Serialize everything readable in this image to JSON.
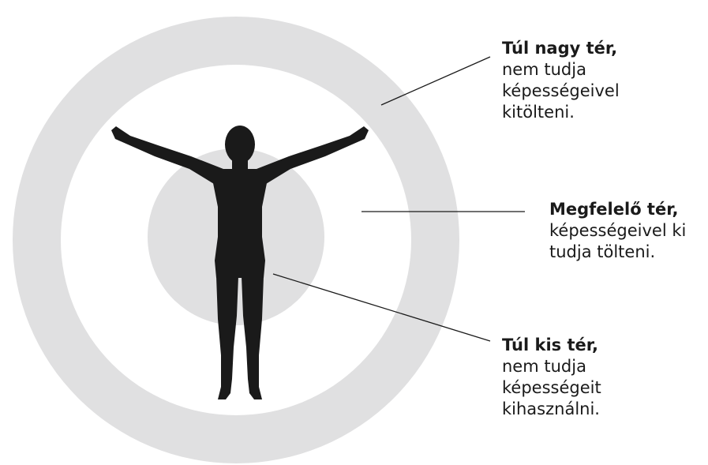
{
  "colors": {
    "ring_gray": "#e0e0e1",
    "ring_white": "#ffffff",
    "figure": "#1a1a1a",
    "leader_line": "#1a1a1a"
  },
  "labels": {
    "outer": {
      "title": "Túl nagy tér,",
      "lines": [
        "nem tudja",
        "képességeivel",
        "kitölteni."
      ]
    },
    "middle": {
      "title": "Megfelelő tér,",
      "lines": [
        "képességeivel ki",
        "tudja tölteni."
      ]
    },
    "inner": {
      "title": "Túl kis tér,",
      "lines": [
        "nem tudja",
        "képességeit",
        "kihasználni."
      ]
    }
  }
}
